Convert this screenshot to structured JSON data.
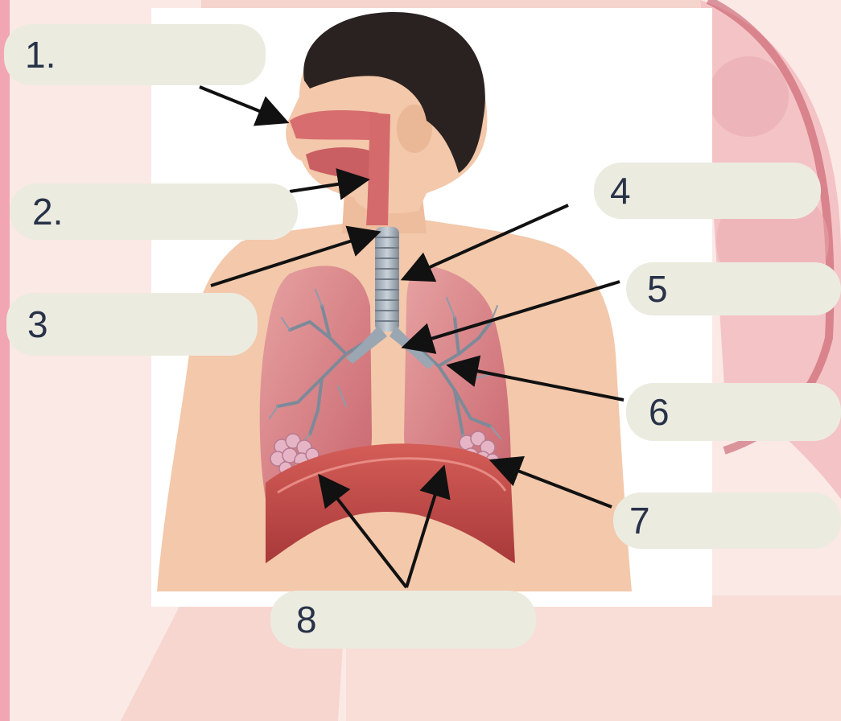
{
  "labels": [
    {
      "number": "1."
    },
    {
      "number": "2."
    },
    {
      "number": "3"
    },
    {
      "number": "4"
    },
    {
      "number": "5"
    },
    {
      "number": "6"
    },
    {
      "number": "7"
    },
    {
      "number": "8"
    }
  ],
  "colors": {
    "background": "#fbe9e6",
    "panel": "#ffffff",
    "pill": "#ecebe0",
    "label_text": "#283248",
    "skin": "#f2c6a6",
    "lung": "#d9848a",
    "airway": "#a9b3bd",
    "diaphragm": "#c24f4f",
    "arrow": "#111111"
  }
}
